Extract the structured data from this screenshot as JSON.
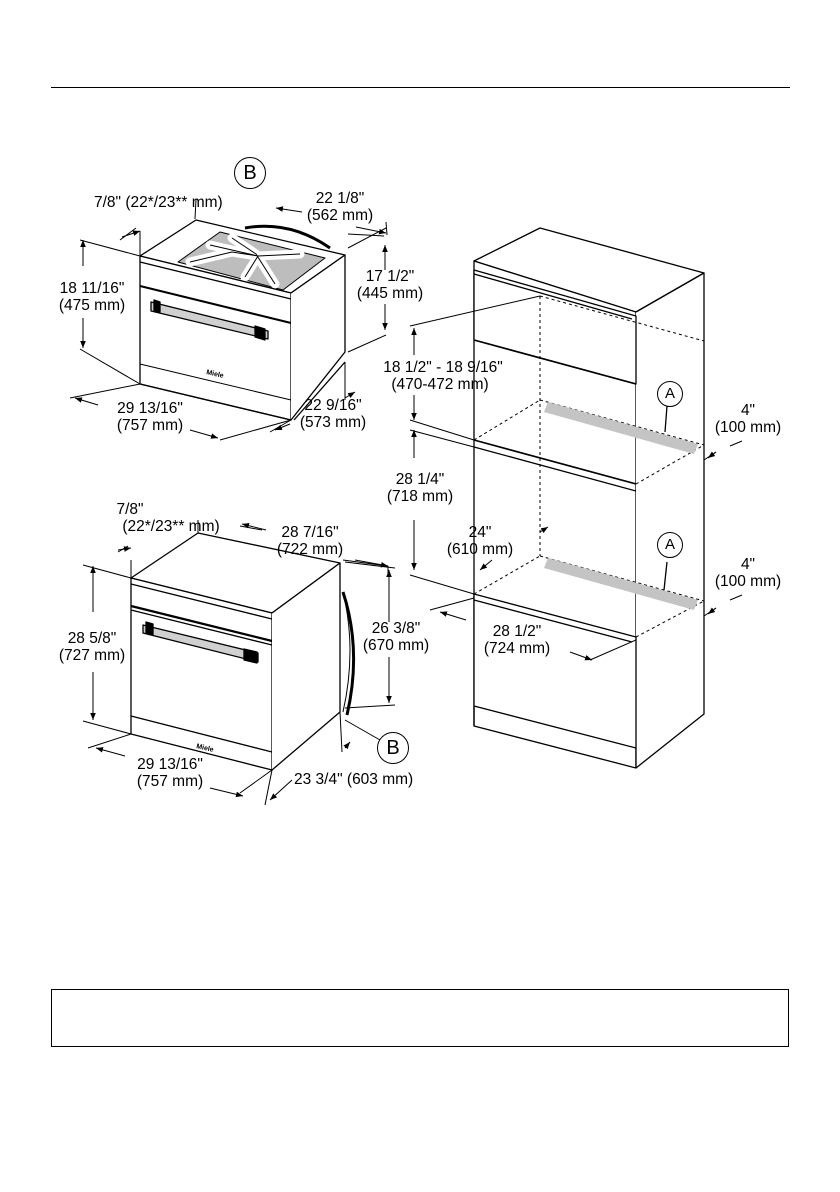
{
  "labels": {
    "top_gap": "7/8\" (22*/23** mm)",
    "top_width_in": "22 1/8\"",
    "top_width_mm": "(562 mm)",
    "top_front_height_in": "18 11/16\"",
    "top_front_height_mm": "(475 mm)",
    "top_body_height_in": "17 1/2\"",
    "top_body_height_mm": "(445 mm)",
    "top_front_width_in": "29 13/16\"",
    "top_front_width_mm": "(757 mm)",
    "top_depth_in": "22 9/16\"",
    "top_depth_mm": "(573 mm)",
    "bot_gap_in": "7/8\"",
    "bot_gap_mm": "(22*/23** mm)",
    "bot_width_in": "28 7/16\"",
    "bot_width_mm": "(722 mm)",
    "bot_front_height_in": "28 5/8\"",
    "bot_front_height_mm": "(727 mm)",
    "bot_body_height_in": "26 3/8\"",
    "bot_body_height_mm": "(670 mm)",
    "bot_front_width_in": "29 13/16\"",
    "bot_front_width_mm": "(757 mm)",
    "bot_depth": "23 3/4\" (603 mm)",
    "niche_upper_in": "18 1/2\" - 18 9/16\"",
    "niche_upper_mm": "(470-472 mm)",
    "niche_lower_in": "28 1/4\"",
    "niche_lower_mm": "(718 mm)",
    "niche_width_in": "24\"",
    "niche_width_mm": "(610 mm)",
    "niche_depth_in": "28 1/2\"",
    "niche_depth_mm": "(724 mm)",
    "vent1_in": "4\"",
    "vent1_mm": "(100 mm)",
    "vent2_in": "4\"",
    "vent2_mm": "(100 mm)",
    "brand": "Miele"
  },
  "callouts": {
    "b_top": "B",
    "b_bottom": "B",
    "a_upper": "A",
    "a_lower": "A"
  },
  "note_box": ""
}
